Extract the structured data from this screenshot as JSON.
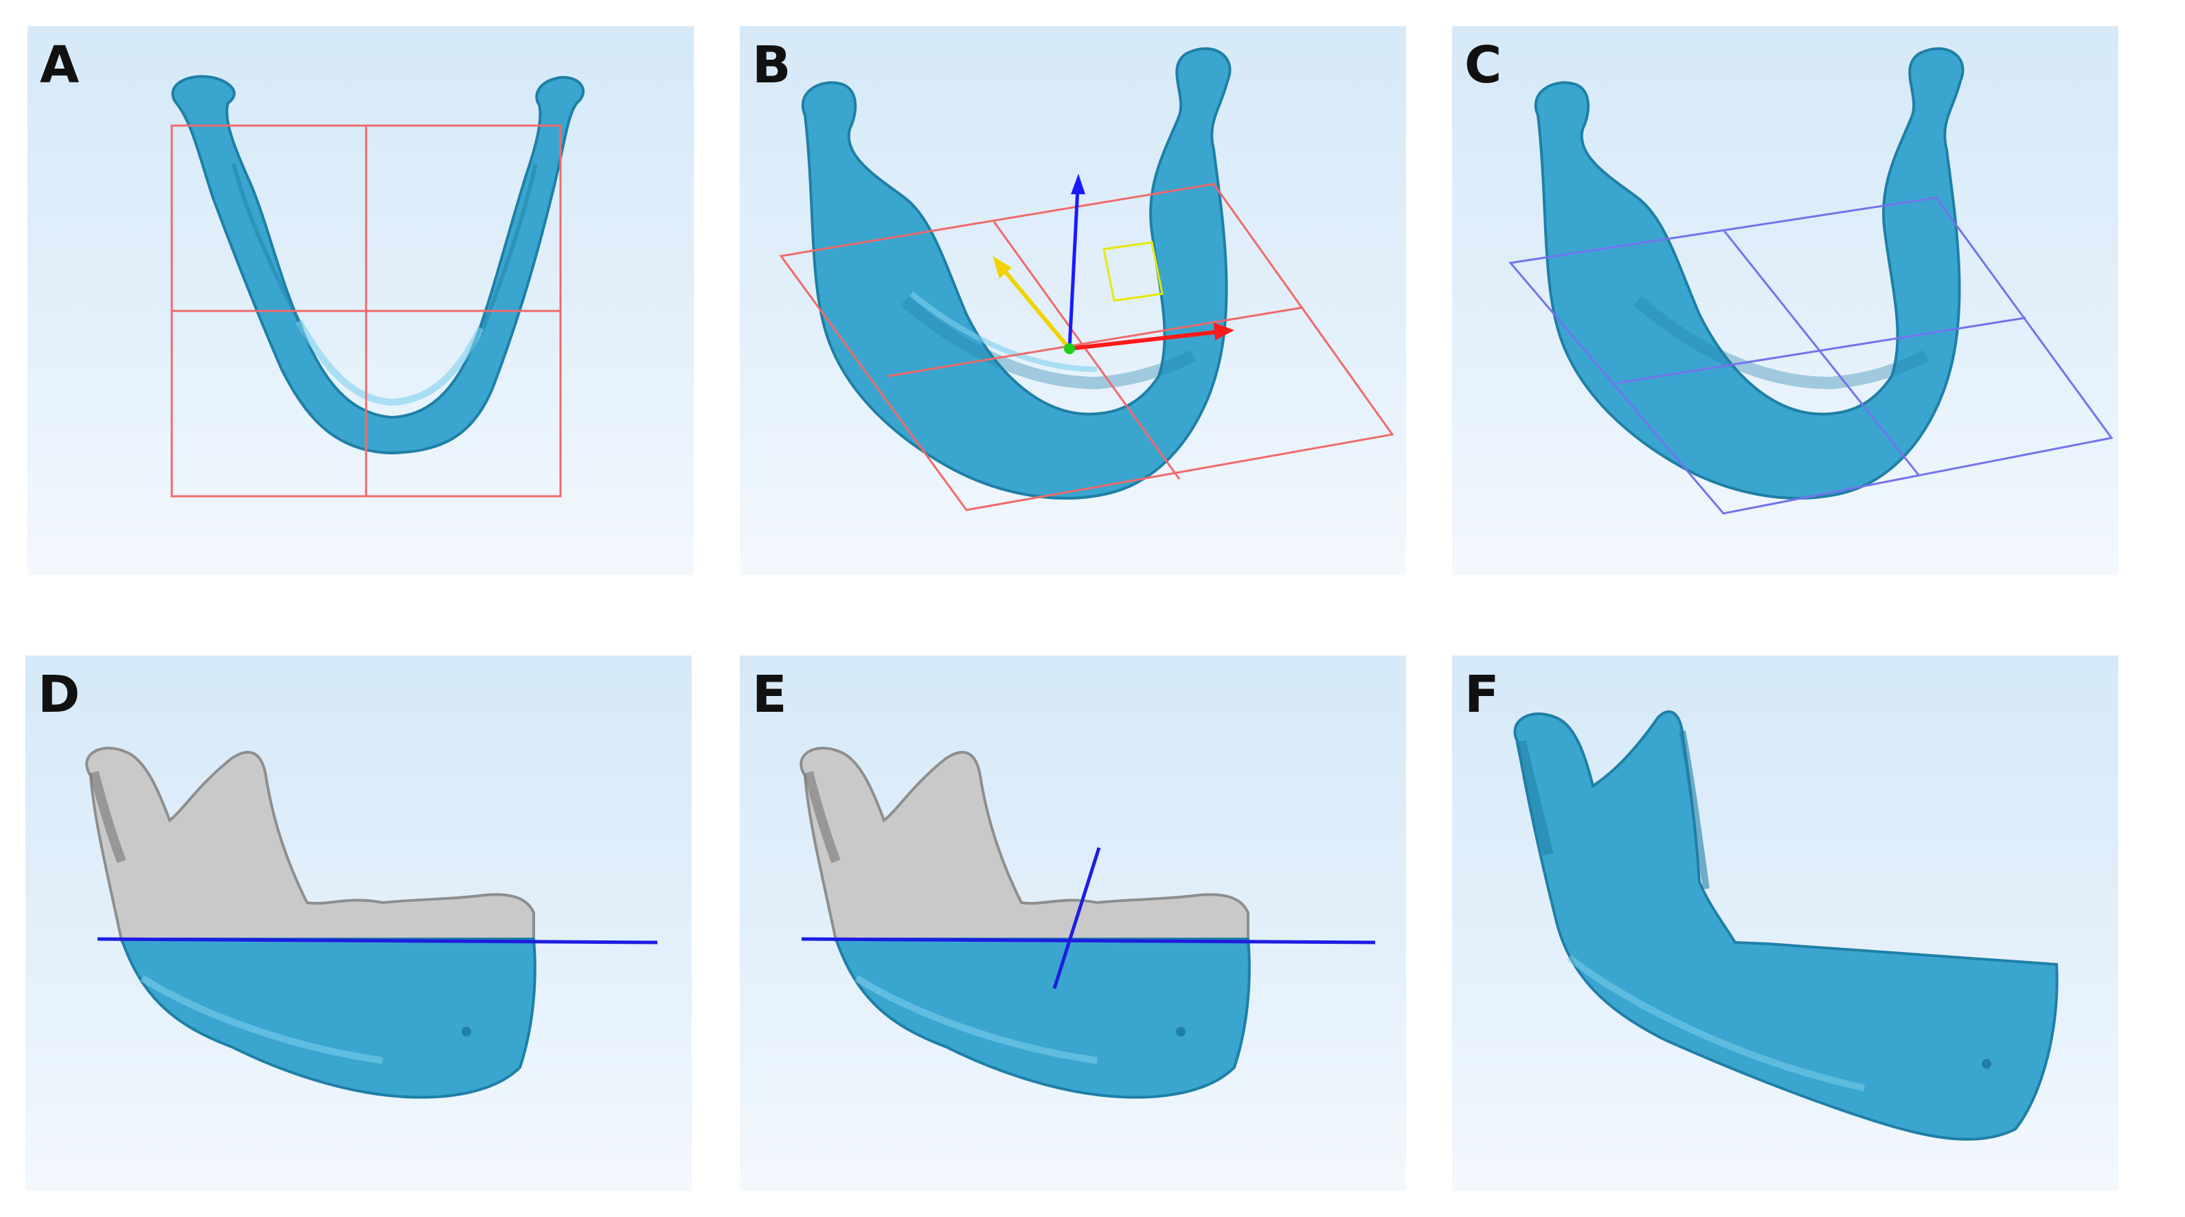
{
  "figure": {
    "colors": {
      "bone_blue": "#3aa6cf",
      "bone_blue_dark": "#1f7fa6",
      "bone_grey": "#c9c9c9",
      "bone_grey_dark": "#8e8e8e",
      "box_red": "#f06a6a",
      "plane_blue": "#7373ee",
      "cut_line_blue": "#1d1de0",
      "axis_x": "#ff1a1a",
      "axis_y": "#1a1aff",
      "axis_z": "#f2d200",
      "axis_origin": "#19d219"
    },
    "panels": [
      {
        "label": "A"
      },
      {
        "label": "B"
      },
      {
        "label": "C"
      },
      {
        "label": "D"
      },
      {
        "label": "E"
      },
      {
        "label": "F"
      }
    ]
  }
}
